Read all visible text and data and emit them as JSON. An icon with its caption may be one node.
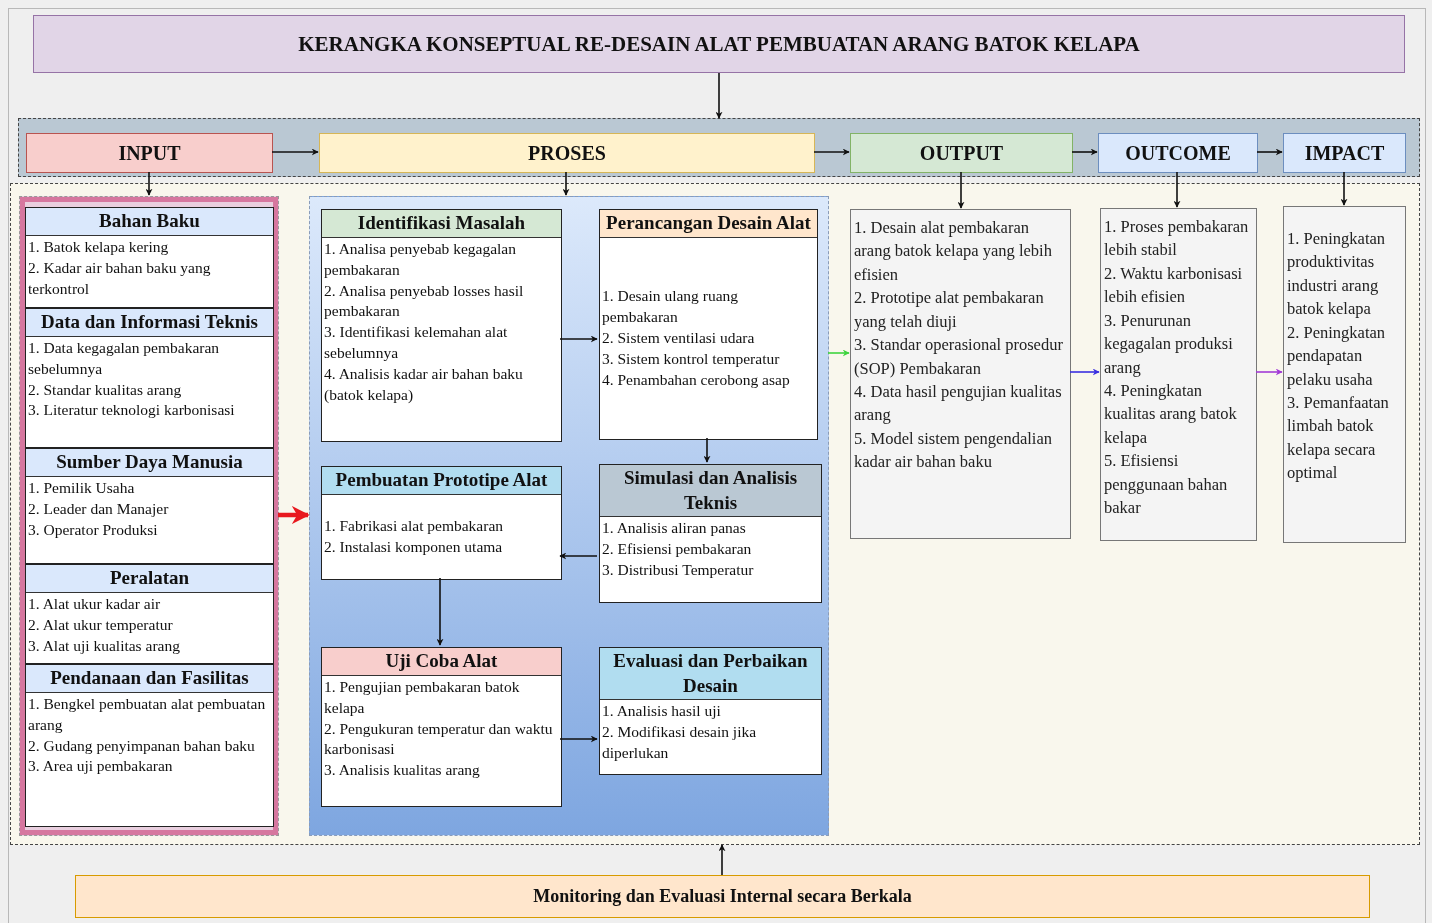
{
  "diagram": {
    "nodes": [
      {
        "text": [
          "KERANGKA KONSEPTUAL RE-DESAIN ALAT PEMBUATAN ARANG BATOK KELAPA"
        ]
      },
      {
        "text": [],
        "shape": "box"
      },
      {
        "text": [
          "INPUT"
        ],
        "in": 1
      },
      {
        "text": [
          "PROSES"
        ],
        "in": 1
      },
      {
        "text": [
          "OUTPUT"
        ],
        "in": 1
      },
      {
        "text": [
          "OUTCOME"
        ],
        "in": 1
      },
      {
        "text": [
          "IMPACT"
        ],
        "in": 1
      },
      {
        "text": [],
        "shape": "box"
      },
      {
        "text": [],
        "shape": "box",
        "in": 7
      },
      {
        "text": [
          "Bahan Baku",
          "1. Batok kelapa kering",
          "2. Kadar air bahan baku yang terkontrol"
        ],
        "in": 8
      },
      {
        "text": [
          "Data dan Informasi Teknis",
          "1. Data kegagalan pembakaran sebelumnya",
          "2. Standar kualitas arang",
          "3. Literatur teknologi karbonisasi"
        ],
        "in": 8
      },
      {
        "text": [
          "Sumber Daya Manusia",
          "1. Pemilik Usaha",
          "2. Leader dan Manajer",
          "3. Operator Produksi"
        ],
        "in": 8
      },
      {
        "text": [
          "Peralatan",
          "1. Alat ukur kadar air",
          "2. Alat ukur temperatur",
          "3. Alat uji kualitas arang"
        ],
        "in": 8
      },
      {
        "text": [
          "Pendanaan dan Fasilitas",
          "1. Bengkel pembuatan alat pembuatan arang",
          "2. Gudang penyimpanan bahan baku",
          "3. Area uji pembakaran"
        ],
        "in": 8
      },
      {
        "text": [],
        "shape": "box",
        "in": 7
      },
      {
        "text": [
          "Identifikasi Masalah",
          "1. Analisa penyebab kegagalan pembakaran",
          "2. Analisa penyebab losses hasil pembakaran",
          "3. Identifikasi kelemahan alat sebelumnya",
          "4. Analisis kadar air bahan baku (batok kelapa)"
        ],
        "in": 14
      },
      {
        "text": [
          "Perancangan Desain Alat",
          "1. Desain ulang ruang pembakaran",
          "2. Sistem ventilasi udara",
          "3. Sistem kontrol temperatur",
          "4. Penambahan cerobong asap"
        ],
        "in": 14
      },
      {
        "text": [
          "Pembuatan Prototipe Alat",
          "1.  Fabrikasi alat pembakaran",
          "2. Instalasi komponen utama"
        ],
        "in": 14
      },
      {
        "text": [
          "Simulasi dan Analisis Teknis",
          "1. Analisis aliran panas",
          "2. Efisiensi pembakaran",
          "3. Distribusi Temperatur"
        ],
        "in": 14
      },
      {
        "text": [
          "Uji Coba Alat",
          "1. Pengujian pembakaran batok kelapa",
          "2. Pengukuran temperatur dan waktu karbonisasi",
          "3. Analisis kualitas arang"
        ],
        "in": 14
      },
      {
        "text": [
          "Evaluasi dan Perbaikan Desain",
          "1. Analisis hasil uji",
          "2. Modifikasi desain jika diperlukan"
        ],
        "in": 14
      },
      {
        "text": [
          "1. Desain alat pembakaran arang batok kelapa yang lebih efisien",
          "2. Prototipe alat pembakaran yang telah diuji",
          "3. Standar operasional prosedur (SOP) Pembakaran",
          "4. Data hasil pengujian kualitas arang",
          "5. Model sistem pengendalian kadar air bahan baku"
        ],
        "in": 7
      },
      {
        "text": [
          "1. Proses pembakaran lebih stabil",
          "2. Waktu karbonisasi lebih efisien",
          "3. Penurunan kegagalan produksi arang",
          "4. Peningkatan kualitas arang batok kelapa",
          "5. Efisiensi penggunaan bahan bakar"
        ],
        "in": 7
      },
      {
        "text": [
          "1. Peningkatan produktivitas industri arang batok kelapa",
          "2. Peningkatan pendapatan pelaku usaha",
          "3. Pemanfaatan limbah batok kelapa secara optimal"
        ],
        "in": 7
      },
      {
        "text": [
          "Monitoring dan Evaluasi Internal secara Berkala"
        ]
      }
    ],
    "edges": [
      {
        "from": 0,
        "to": 1,
        "arrow": "to"
      },
      {
        "from": 2,
        "to": 3,
        "arrow": "to"
      },
      {
        "from": 3,
        "to": 4,
        "arrow": "to"
      },
      {
        "from": 4,
        "to": 5,
        "arrow": "to"
      },
      {
        "from": 5,
        "to": 6,
        "arrow": "to"
      },
      {
        "from": 2,
        "to": 8,
        "arrow": "to"
      },
      {
        "from": 3,
        "to": 14,
        "arrow": "to"
      },
      {
        "from": 4,
        "to": 21,
        "arrow": "to"
      },
      {
        "from": 5,
        "to": 22,
        "arrow": "to"
      },
      {
        "from": 6,
        "to": 23,
        "arrow": "to"
      },
      {
        "from": 8,
        "to": 14,
        "arrow": "to",
        "style": "thick",
        "color": "#e8191f"
      },
      {
        "from": 15,
        "to": 16,
        "arrow": "to"
      },
      {
        "from": 16,
        "to": 18,
        "arrow": "to"
      },
      {
        "from": 18,
        "to": 17,
        "arrow": "to"
      },
      {
        "from": 17,
        "to": 19,
        "arrow": "to"
      },
      {
        "from": 19,
        "to": 20,
        "arrow": "to"
      },
      {
        "from": 14,
        "to": 21,
        "arrow": "to",
        "color": "#3ed43e"
      },
      {
        "from": 21,
        "to": 22,
        "arrow": "to",
        "color": "#3a2fe0"
      },
      {
        "from": 22,
        "to": 23,
        "arrow": "to",
        "color": "#a23ad6"
      },
      {
        "from": 24,
        "to": 7,
        "arrow": "to"
      }
    ]
  }
}
